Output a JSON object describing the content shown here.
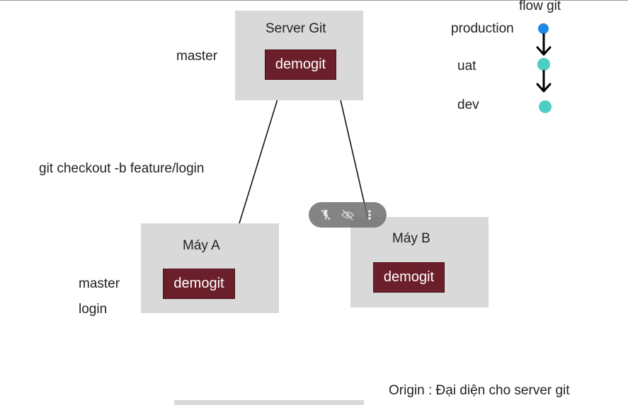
{
  "server": {
    "title": "Server Git",
    "repo": "demogit",
    "branch": "master"
  },
  "machine_a": {
    "title": "Máy A",
    "repo": "demogit",
    "branches": [
      "master",
      "login"
    ]
  },
  "machine_b": {
    "title": "Máy B",
    "repo": "demogit"
  },
  "command": "git checkout -b feature/login",
  "flow": {
    "title": "flow git",
    "stages": [
      {
        "label": "production",
        "color": "#1e88e5"
      },
      {
        "label": "uat",
        "color": "#4ecdc4"
      },
      {
        "label": "dev",
        "color": "#4ecdc4"
      }
    ]
  },
  "note": "Origin : Đại diện cho server git",
  "toolbar": {
    "icons": [
      "unpin-icon",
      "hide-eye-icon",
      "more-vertical-icon"
    ]
  },
  "colors": {
    "box": "#d9d9d9",
    "repo": "#6b1f2a"
  }
}
